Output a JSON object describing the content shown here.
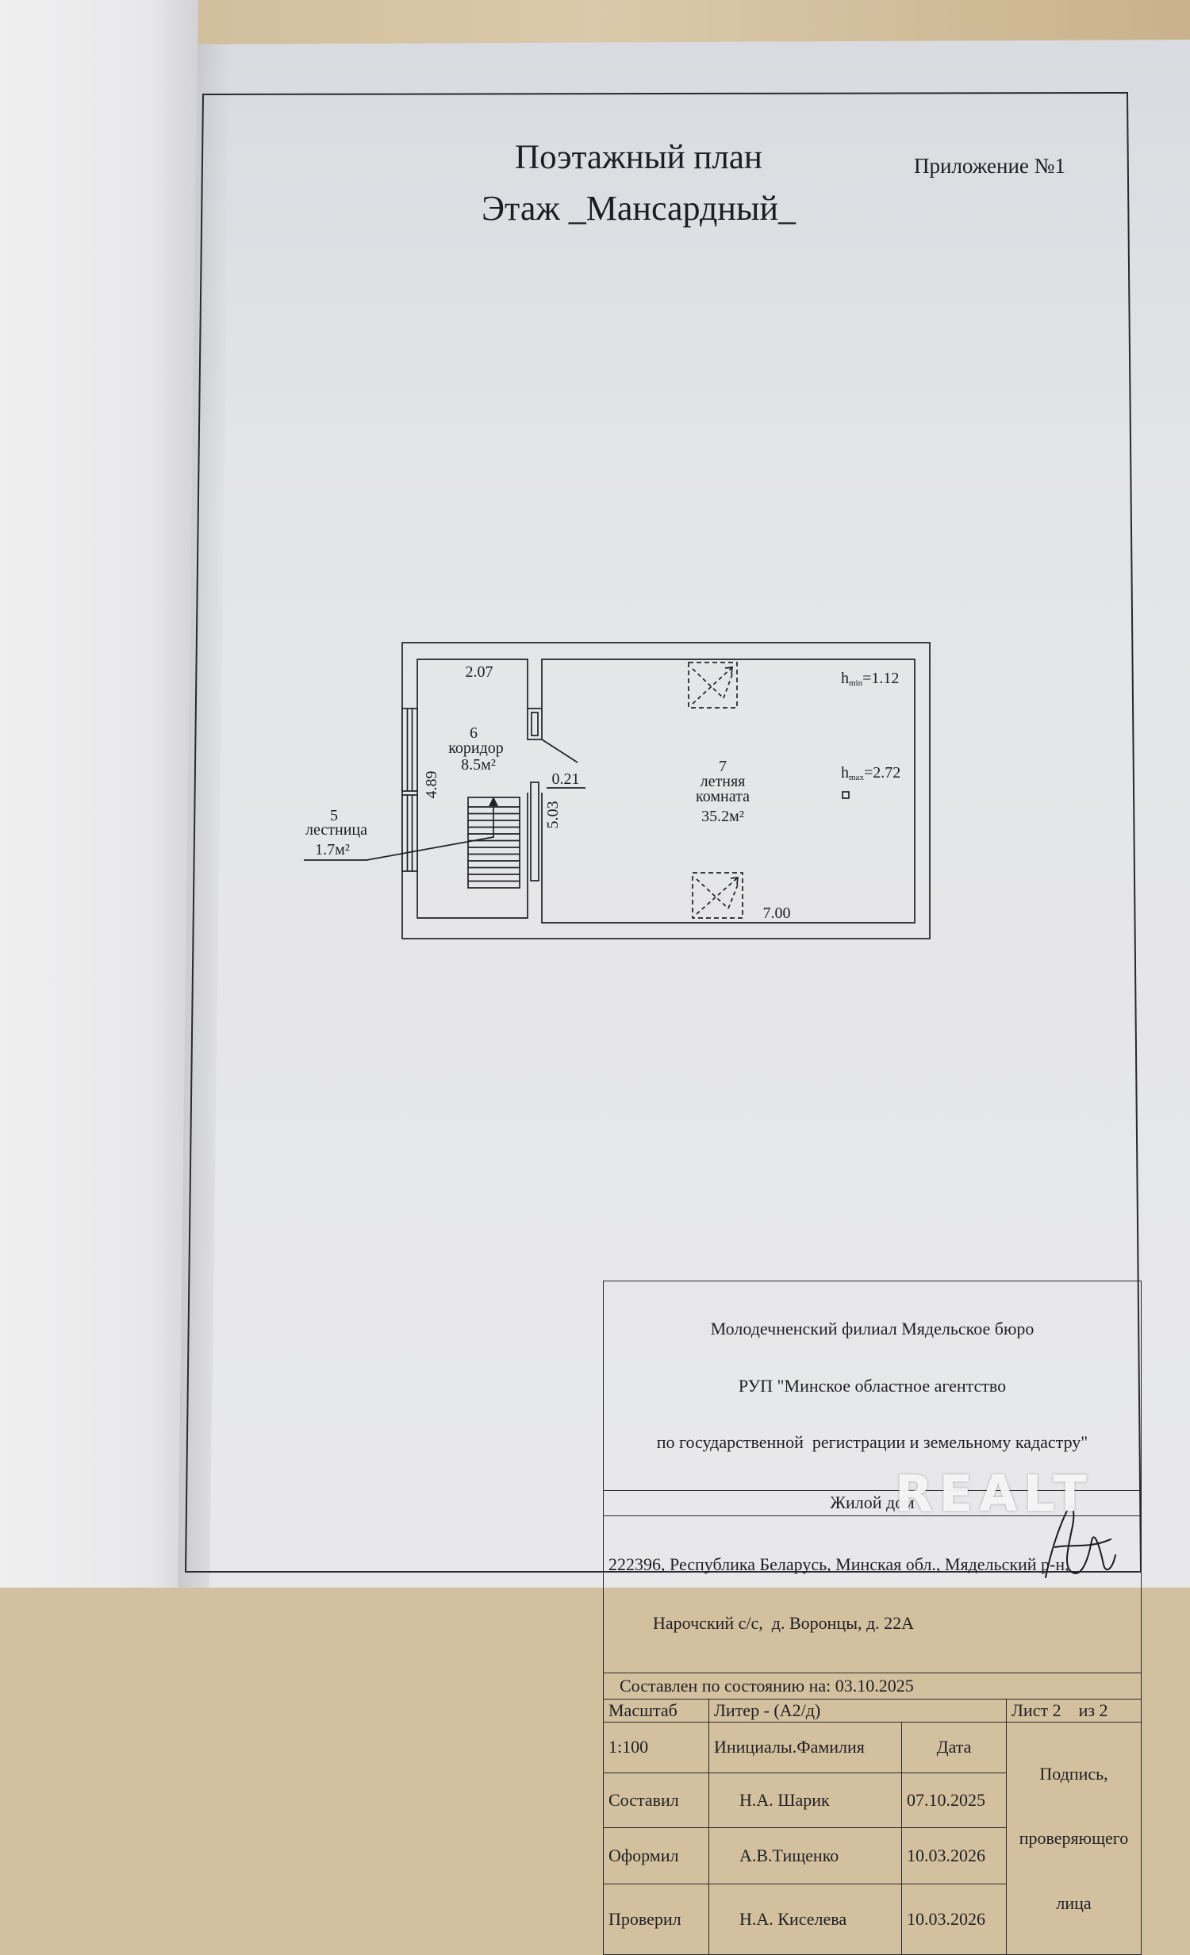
{
  "page": {
    "title": "Поэтажный план",
    "floor_line": "Этаж _Мансардный_",
    "appendix": "Приложение №1"
  },
  "plan": {
    "dimensions": {
      "corridor_width": "2.07",
      "corridor_length": "4.89",
      "offset": "0.21",
      "partition_length": "5.03",
      "room_width": "7.00"
    },
    "rooms": [
      {
        "number": "5",
        "name": "лестница",
        "area": "1.7м²"
      },
      {
        "number": "6",
        "name": "коридор",
        "area": "8.5м²"
      },
      {
        "number": "7",
        "name_lines": [
          "летняя",
          "комната"
        ],
        "area": "35.2м²"
      }
    ],
    "ceiling_heights": {
      "min": {
        "symbol": "h",
        "subscript": "min",
        "value": "=1.12"
      },
      "max": {
        "symbol": "h",
        "subscript": "max",
        "value": "=2.72"
      }
    }
  },
  "title_block": {
    "organization": [
      "Молодечненский филиал Мядельское бюро",
      "РУП \"Минское областное агентство",
      "по государственной  регистрации и земельному кадастру\""
    ],
    "object": "Жилой дом",
    "address": [
      "222396, Республика Беларусь, Минская обл., Мядельский р-н,",
      "Нарочский с/с,  д. Воронцы, д. 22А"
    ],
    "status": "Составлен по состоянию на: 03.10.2025",
    "scale_label": "Масштаб",
    "liter": "Литер - (А2/д)",
    "sheet": "Лист 2    из 2",
    "scale_value": "1:100",
    "header_name": "Инициалы.Фамилия",
    "header_date": "Дата",
    "signature_header": [
      "Подпись,",
      "проверяющего",
      "лица"
    ],
    "signatories": [
      {
        "role": "Составил",
        "name": "Н.А. Шарик",
        "date": "07.10.2025"
      },
      {
        "role": "Оформил",
        "name": "А.В.Тищенко",
        "date": "10.03.2026"
      },
      {
        "role": "Проверил",
        "name": "Н.А. Киселева",
        "date": "10.03.2026"
      }
    ]
  },
  "watermark": "REALT"
}
